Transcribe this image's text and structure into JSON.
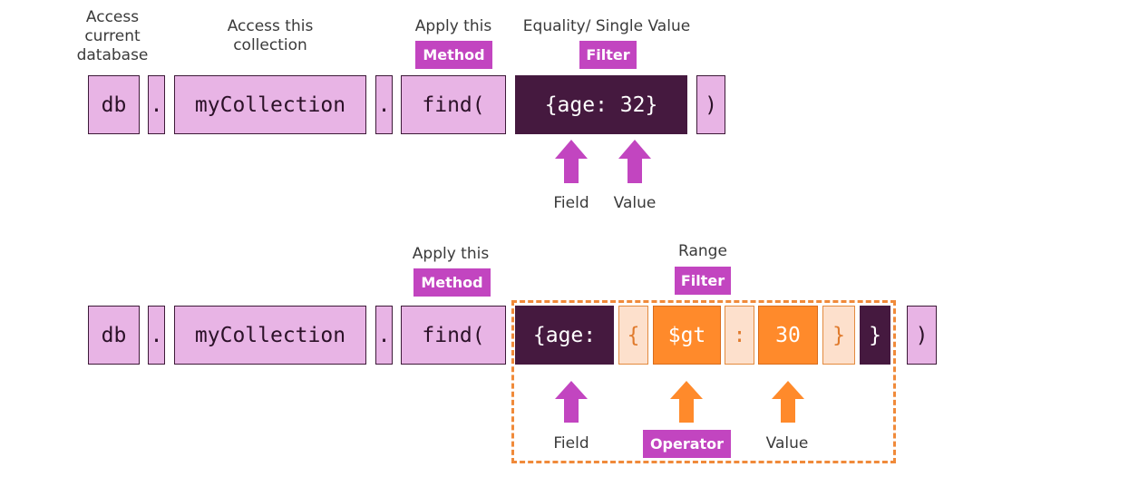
{
  "row1": {
    "captions": {
      "db": "Access current database",
      "collection": "Access this collection",
      "method": "Apply this",
      "filter": "Equality/ Single Value"
    },
    "badges": {
      "method": "Method",
      "filter": "Filter"
    },
    "boxes": {
      "db": "db",
      "dot1": ".",
      "collection": "myCollection",
      "dot2": ".",
      "find": "find(",
      "query": "{age: 32}",
      "close": ")"
    },
    "labels": {
      "field": "Field",
      "value": "Value"
    }
  },
  "row2": {
    "captions": {
      "method": "Apply this",
      "filter": "Range"
    },
    "badges": {
      "method": "Method",
      "filter": "Filter",
      "operator": "Operator"
    },
    "boxes": {
      "db": "db",
      "dot1": ".",
      "collection": "myCollection",
      "dot2": ".",
      "find": "find(",
      "field": "{age:",
      "open_brace": "{",
      "op": "$gt",
      "colon": ":",
      "value": "30",
      "close_brace": "}",
      "outer_close": "}",
      "close": ")"
    },
    "labels": {
      "field": "Field",
      "value": "Value"
    }
  },
  "colors": {
    "pink": "#e8b4e5",
    "dark": "#45193f",
    "orange": "#ff8a2b",
    "light_orange": "#fde0cc",
    "badge": "#c245c0",
    "magenta_arrow": "#c245c0",
    "orange_arrow": "#ff8a2b"
  }
}
